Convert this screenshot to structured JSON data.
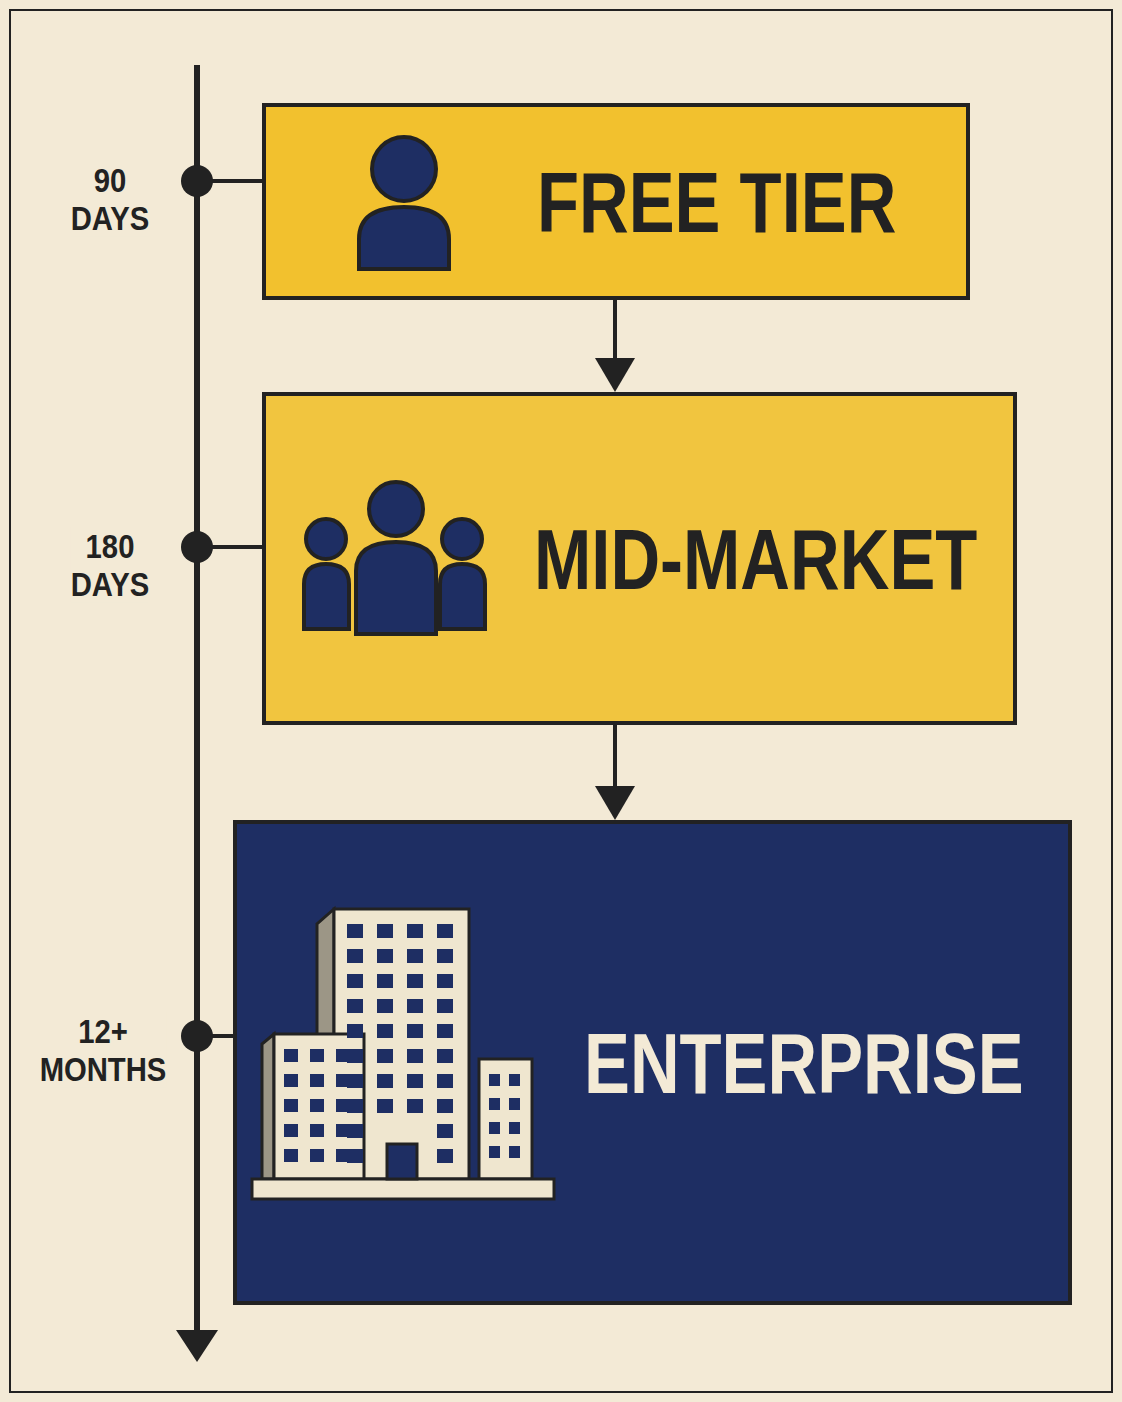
{
  "diagram": {
    "nodes": [
      {
        "text": [
          "FREE TIER"
        ]
      },
      {
        "text": [
          "MID-MARKET"
        ]
      },
      {
        "text": [
          "ENTERPRISE"
        ]
      }
    ],
    "edges": [
      {
        "from": 0,
        "to": 1,
        "arrow": "to"
      },
      {
        "from": 1,
        "to": 2,
        "arrow": "to"
      }
    ],
    "labels": [
      "90 DAYS",
      "180 DAYS",
      "12+ MONTHS"
    ]
  }
}
